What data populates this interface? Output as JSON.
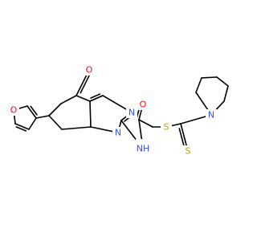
{
  "colors": {
    "bond": "#000000",
    "O": "#ff0d0d",
    "N": "#3050f8",
    "S": "#b5a000"
  },
  "atoms": {
    "furan_o": "O",
    "ketone_o": "O",
    "ring_n_top": "N",
    "ring_n_bottom": "N",
    "amide_nh": "NH",
    "amide_o": "O",
    "thioester_s": "S",
    "thione_s": "S",
    "piperidine_n": "N"
  }
}
